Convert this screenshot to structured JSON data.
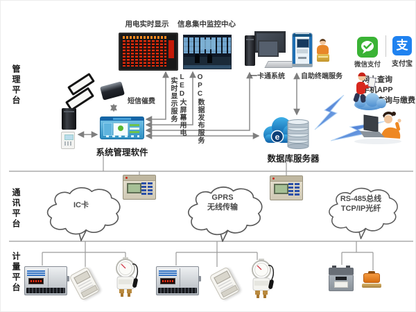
{
  "platforms": {
    "management": "管理平台",
    "communication": "通讯平台",
    "metering": "计量平台"
  },
  "top": {
    "led_display_label": "用电实时显示",
    "monitor_center_label": "信息集中监控中心",
    "card_system_label": "一卡通系统",
    "kiosk_label": "自助终端服务",
    "wechat_pay_label": "微信支付",
    "alipay_label": "支付宝",
    "alipay_glyph": "支"
  },
  "middle": {
    "sms_label": "短信催费",
    "software_label": "系统管理软件",
    "database_label": "数据库服务器",
    "database_logo_glyph": "e",
    "led_service_col_right": "LED大屏幕用电",
    "led_service_col_left": "实时显示服务",
    "opc_service_label": "OPC数据发布服务",
    "query_lines": [
      "网上查询",
      "手机APP",
      "微信查询与缴费"
    ]
  },
  "clouds": {
    "ic": {
      "line1": "IC卡"
    },
    "gprs": {
      "line1": "GPRS",
      "line2": "无线传输"
    },
    "rs485": {
      "line1": "RS-485总线",
      "line2": "TCP/IP光纤"
    }
  },
  "colors": {
    "wechat_green": "#3ab335",
    "alipay_blue": "#1f82f0",
    "led_red": "#e02e0e",
    "line_gray": "#8c8c8c"
  }
}
